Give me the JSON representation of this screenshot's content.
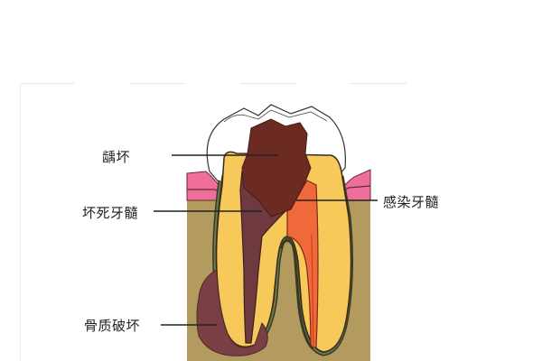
{
  "diagram": {
    "subject": "tooth cross-section with caries, pulp necrosis and bone destruction",
    "labels": {
      "caries": "龋坏",
      "necrotic_pulp": "坏死牙髓",
      "infected_pulp": "感染牙髓",
      "bone_destruction": "骨质破坏"
    },
    "colors": {
      "enamel": "#ffffff",
      "dentin": "#f7c85a",
      "caries": "#6b2a22",
      "necrotic_pulp": "#6e3a40",
      "infected_pulp": "#f0693a",
      "gum": "#ee6f9c",
      "bone": "#b39a5e",
      "bone_lesion": "#7a3f45",
      "outline": "#3a2a1e",
      "root_outline": "#4a4a2a",
      "leader_line": "#222222"
    }
  }
}
